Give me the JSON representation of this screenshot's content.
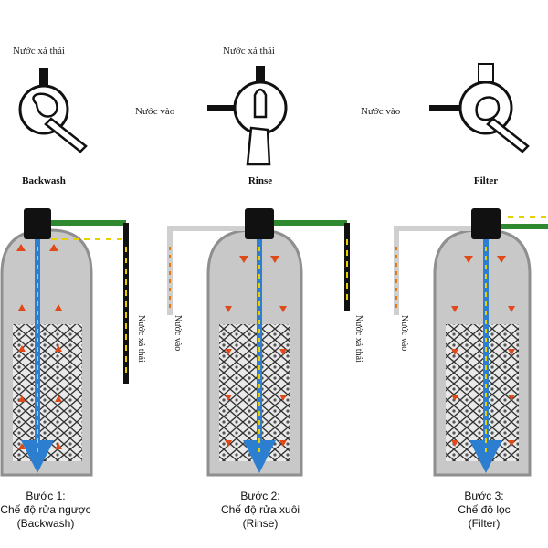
{
  "panels": [
    {
      "mode_name": "Backwash",
      "valve_top_label": "Nước xả thải",
      "valve_left_label": "",
      "side_label": "Nước xả thải",
      "left_pipe_label": "",
      "caption": [
        "Bước 1:",
        "Chế độ rửa ngược",
        "(Backwash)"
      ]
    },
    {
      "mode_name": "Rinse",
      "valve_top_label": "Nước xả thải",
      "valve_left_label": "Nước vào",
      "side_label": "Nước xả thải",
      "left_pipe_label": "Nước vào",
      "caption": [
        "Bước 2:",
        "Chế độ rửa xuôi",
        "(Rinse)"
      ]
    },
    {
      "mode_name": "Filter",
      "valve_top_label": "",
      "valve_left_label": "Nước vào",
      "side_label": "",
      "left_pipe_label": "Nước vào",
      "caption": [
        "Bước 3:",
        "Chế độ lọc",
        "(Filter)"
      ]
    }
  ],
  "colors": {
    "tank_fill": "#c8c8c8",
    "media": "#2b2b2b",
    "flow_arrow": "#e04a1a",
    "riser": "#2c7fd0",
    "pipe_green": "#2f8a2f",
    "pipe_black": "#111111",
    "pipe_grey": "#cfcfcf"
  }
}
